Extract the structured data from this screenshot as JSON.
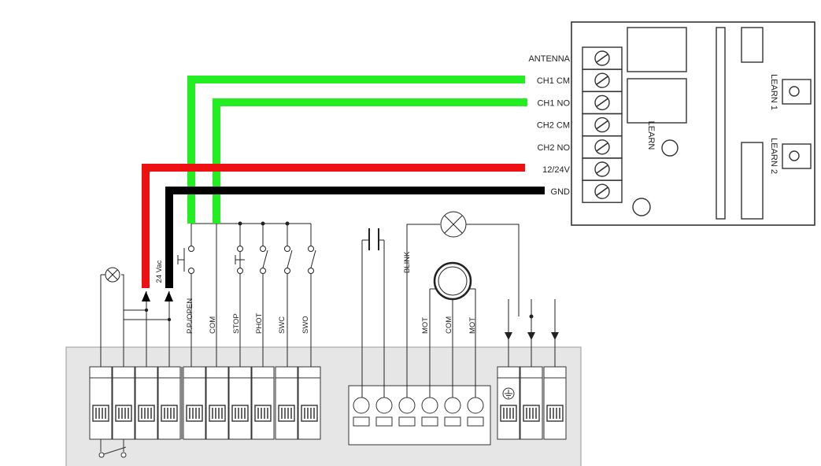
{
  "receiver": {
    "terminals": [
      "ANTENNA",
      "CH1 CM",
      "CH1 NO",
      "CH2 CM",
      "CH2 NO",
      "12/24V",
      "GND"
    ],
    "buttons": [
      "LEARN 1",
      "LEARN 2"
    ],
    "center_learn": "LEARN"
  },
  "wires": {
    "ch1_cm_color": "#22ee22",
    "ch1_no_color": "#22ee22",
    "power_color": "#ee1111",
    "gnd_color": "#000000"
  },
  "board": {
    "supply_label": "24 Vac",
    "left_terminals": [
      "P.P./OPEN",
      "COM",
      "STOP",
      "PHOT",
      "SWC",
      "SWO"
    ],
    "center_labels": [
      "BLINK",
      "MOT",
      "COM",
      "MOT"
    ],
    "background_color": "#e6e6e6"
  }
}
